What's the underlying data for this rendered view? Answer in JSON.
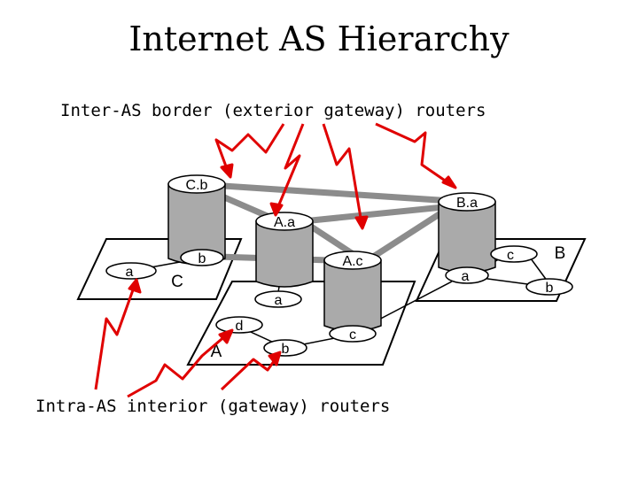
{
  "slide": {
    "title": "Internet AS Hierarchy",
    "top_caption": "Inter-AS border (exterior gateway) routers",
    "bottom_caption": "Intra-AS interior (gateway) routers"
  },
  "colors": {
    "arrow": "#e00000",
    "link": "#8c8c8c",
    "router": "#aaaaaa"
  },
  "as_regions": {
    "A": "A",
    "B": "B",
    "C": "C"
  },
  "routers": {
    "C_b": "C.b",
    "B_a": "B.a",
    "A_a": "A.a",
    "A_c": "A.c",
    "C_a": "a",
    "C_bb": "b",
    "A_d": "d",
    "A_inner_a": "a",
    "A_b": "b",
    "A_inner_c": "c",
    "B_inner_a": "a",
    "B_c": "c",
    "B_b": "b"
  }
}
